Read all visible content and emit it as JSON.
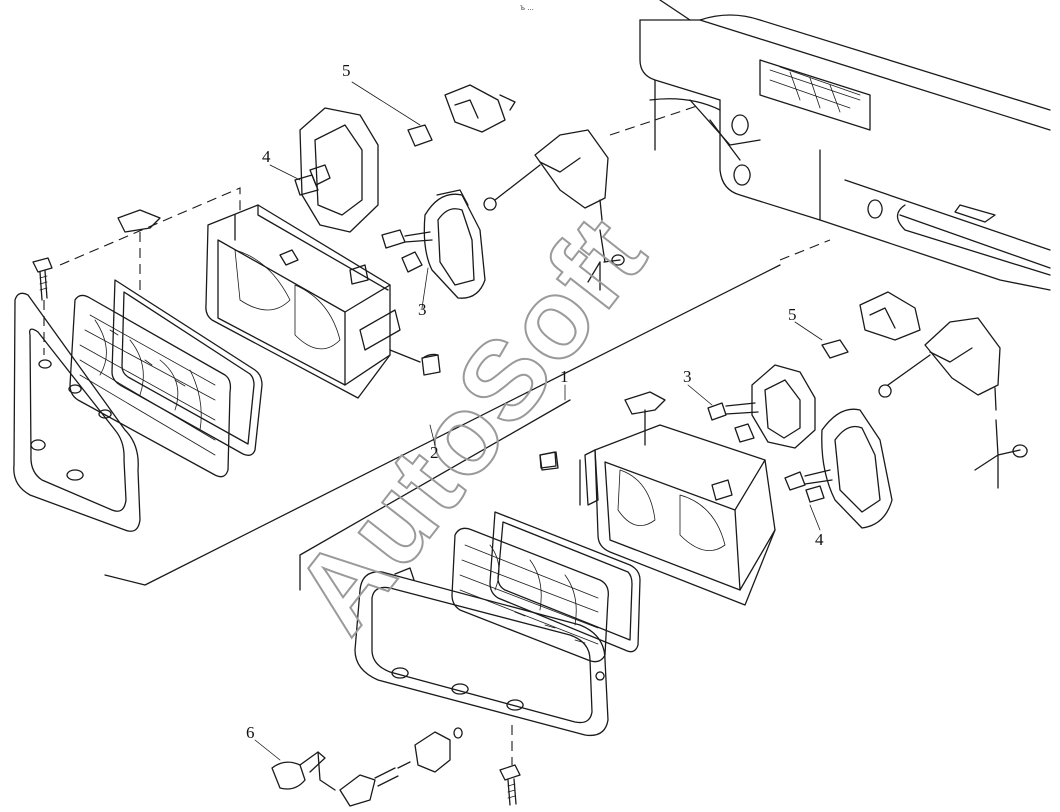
{
  "watermark": "AutoSoft",
  "header_mark": "ъ ...",
  "callouts": {
    "c1": "1",
    "c2": "2",
    "c3a": "3",
    "c3b": "3",
    "c4a": "4",
    "c4b": "4",
    "c5a": "5",
    "c5b": "5",
    "c6": "6"
  }
}
